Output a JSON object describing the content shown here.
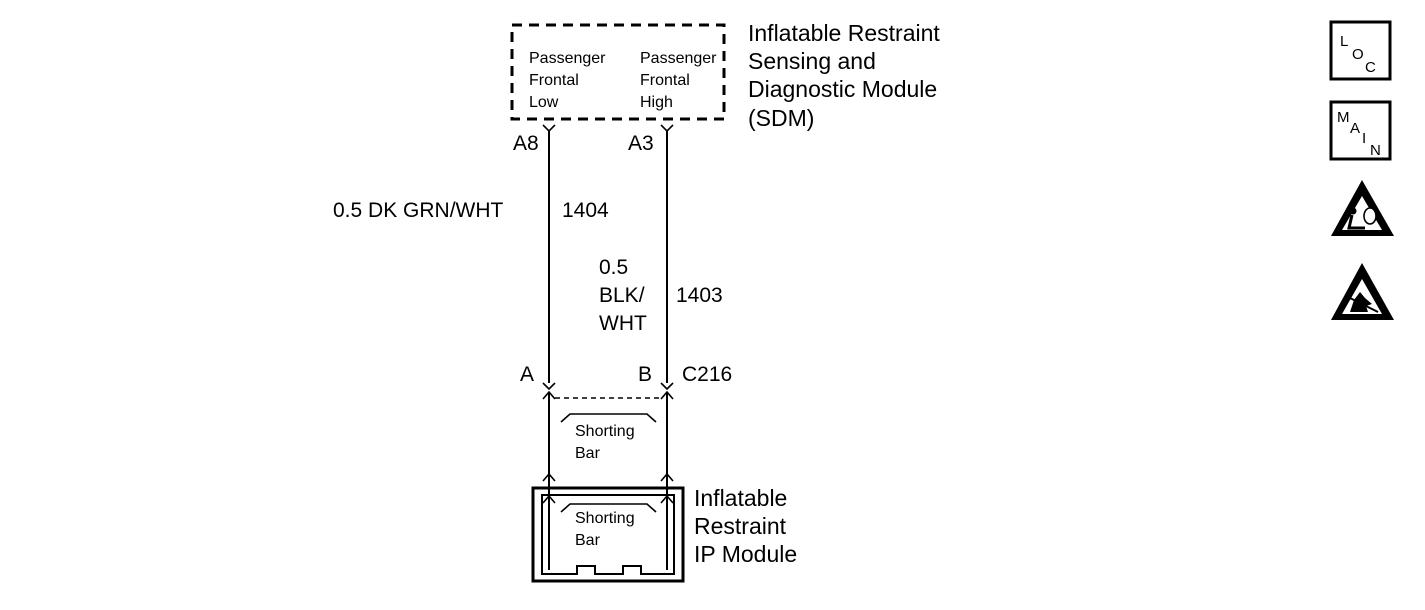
{
  "sdm": {
    "title_lines": [
      "Inflatable Restraint",
      "Sensing and",
      "Diagnostic Module",
      "(SDM)"
    ],
    "loop_low_lines": [
      "Passenger",
      "Frontal",
      "Low"
    ],
    "loop_high_lines": [
      "Passenger",
      "Frontal",
      "High"
    ],
    "pin_low": "A8",
    "pin_high": "A3"
  },
  "wire_low": {
    "gauge_color": "0.5 DK GRN/WHT",
    "circuit": "1404"
  },
  "wire_high": {
    "gauge_color_lines": [
      "0.5",
      "BLK/",
      "WHT"
    ],
    "circuit": "1403"
  },
  "connector": {
    "pin_a": "A",
    "pin_b": "B",
    "id": "C216",
    "shorting_bar_lines": [
      "Shorting",
      "Bar"
    ]
  },
  "ip_module": {
    "title_lines": [
      "Inflatable",
      "Restraint",
      "IP Module"
    ],
    "shorting_bar_lines": [
      "Shorting",
      "Bar"
    ]
  },
  "side_icons": [
    {
      "name": "loc-icon",
      "text": [
        "L",
        "O",
        "C"
      ]
    },
    {
      "name": "main-icon",
      "text": [
        "M",
        "A",
        "I",
        "N"
      ]
    },
    {
      "name": "airbag-warning-icon"
    },
    {
      "name": "esd-warning-icon"
    }
  ]
}
